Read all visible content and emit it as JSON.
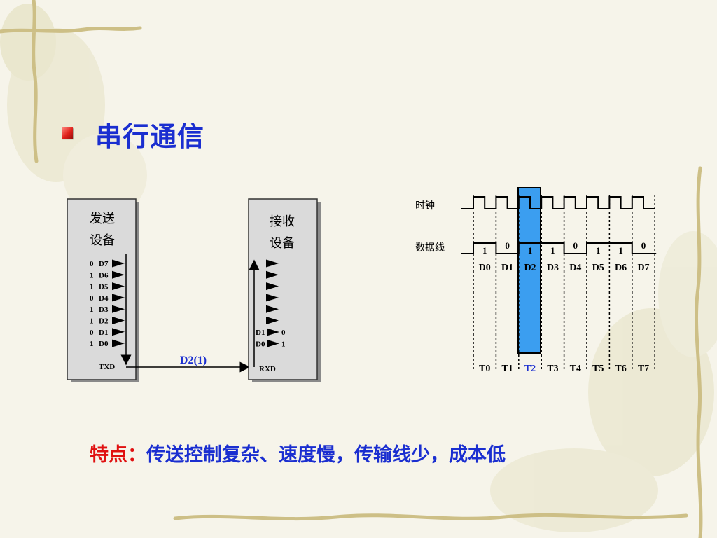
{
  "slide": {
    "title": "串行通信",
    "feature_label": "特点：",
    "feature_text": "传送控制复杂、速度慢，传输线少，成本低"
  },
  "sender": {
    "label_line1": "发送",
    "label_line2": "设备",
    "pin_label": "TXD",
    "bits": [
      {
        "value": "0",
        "name": "D7"
      },
      {
        "value": "1",
        "name": "D6"
      },
      {
        "value": "1",
        "name": "D5"
      },
      {
        "value": "0",
        "name": "D4"
      },
      {
        "value": "1",
        "name": "D3"
      },
      {
        "value": "1",
        "name": "D2"
      },
      {
        "value": "0",
        "name": "D1"
      },
      {
        "value": "1",
        "name": "D0"
      }
    ]
  },
  "receiver": {
    "label_line1": "接收",
    "label_line2": "设备",
    "pin_label": "RXD",
    "bits": [
      {
        "name": "D1",
        "value": "0"
      },
      {
        "name": "D0",
        "value": "1"
      }
    ]
  },
  "link_label": "D2(1)",
  "timing": {
    "clock_label": "时钟",
    "data_label": "数据线",
    "highlight_slot": "T2",
    "bit_values": [
      "1",
      "0",
      "1",
      "1",
      "0",
      "1",
      "1",
      "0"
    ],
    "data_names": [
      "D0",
      "D1",
      "D2",
      "D3",
      "D4",
      "D5",
      "D6",
      "D7"
    ],
    "time_names": [
      "T0",
      "T1",
      "T2",
      "T3",
      "T4",
      "T5",
      "T6",
      "T7"
    ]
  },
  "colors": {
    "title_blue": "#1a2ed0",
    "feature_red": "#e01010",
    "highlight_fill": "#3b9ef0",
    "link_label_blue": "#1a2ed0",
    "device_fill": "#dadada"
  }
}
